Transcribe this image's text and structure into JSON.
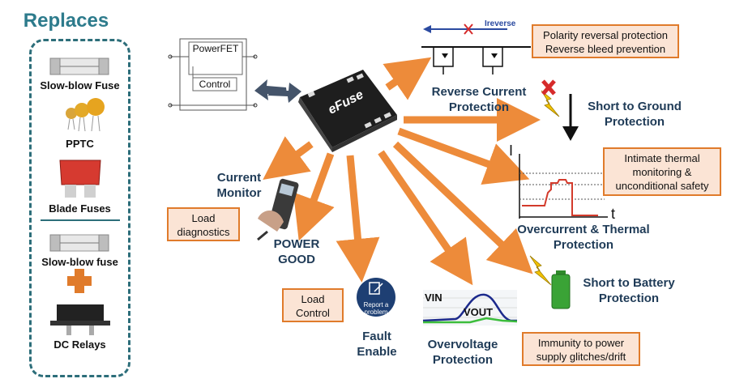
{
  "replaces": {
    "title": "Replaces",
    "items": [
      "Slow-blow Fuse",
      "PPTC",
      "Blade Fuses",
      "Slow-blow fuse",
      "DC Relays"
    ]
  },
  "schematic": {
    "powerfet": "PowerFET",
    "control": "Control"
  },
  "chip": {
    "label": "eFuse"
  },
  "reverse": {
    "ireverse": "Ireverse",
    "label_line1": "Reverse Current",
    "label_line2": "Protection"
  },
  "polarity_box": {
    "line1": "Polarity reversal protection",
    "line2": "Reverse bleed prevention"
  },
  "short_ground": {
    "line1": "Short to Ground",
    "line2": "Protection"
  },
  "thermal_box": {
    "line1": "Intimate thermal",
    "line2": "monitoring &",
    "line3": "unconditional safety"
  },
  "overcurrent": {
    "axis_i": "I",
    "axis_t": "t",
    "line1": "Overcurrent & Thermal",
    "line2": "Protection"
  },
  "short_battery": {
    "line1": "Short to Battery",
    "line2": "Protection"
  },
  "glitch_box": {
    "line1": "Immunity to power",
    "line2": "supply glitches/drift"
  },
  "overvoltage": {
    "vin": "VIN",
    "vout": "VOUT",
    "line1": "Overvoltage",
    "line2": "Protection"
  },
  "fault": {
    "line1": "Fault",
    "line2": "Enable"
  },
  "report": {
    "line1": "Report a",
    "line2": "problem"
  },
  "load_control_box": {
    "line1": "Load",
    "line2": "Control"
  },
  "power_good": {
    "line1": "POWER",
    "line2": "GOOD"
  },
  "load_diag_box": {
    "line1": "Load",
    "line2": "diagnostics"
  },
  "current_monitor": {
    "line1": "Current",
    "line2": "Monitor"
  },
  "colors": {
    "arrow": "#ed8b3a",
    "title_teal": "#2d7b8c",
    "label_navy": "#1f3b57",
    "box_fill": "#fbe4d5",
    "box_border": "#e07b2b",
    "battery_green": "#3aa336"
  }
}
